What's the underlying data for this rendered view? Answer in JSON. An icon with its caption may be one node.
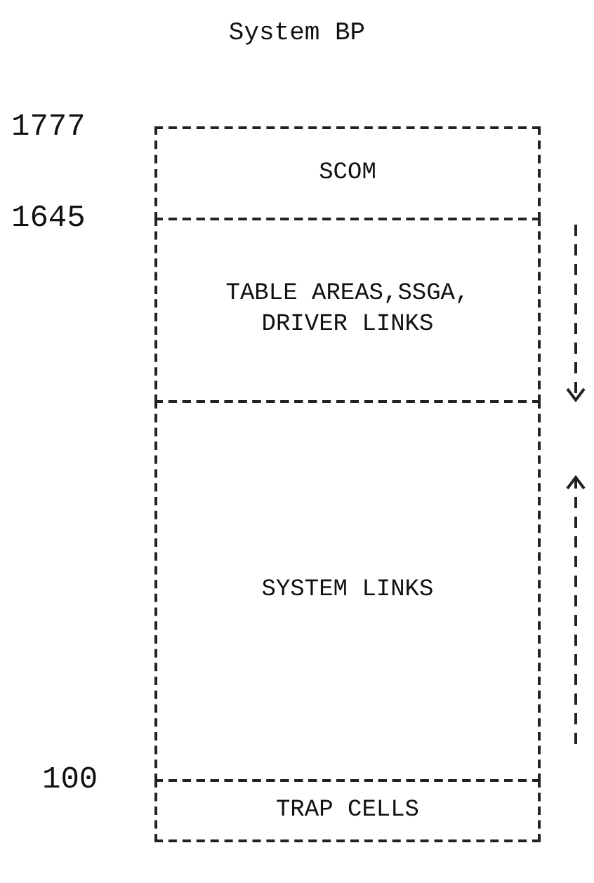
{
  "diagram": {
    "title": "System BP",
    "nodes": [
      {
        "text": [
          "SCOM"
        ]
      },
      {
        "text": [
          "TABLE AREAS,SSGA, DRIVER LINKS"
        ]
      },
      {
        "text": [
          "SYSTEM LINKS"
        ]
      },
      {
        "text": [
          "TRAP CELLS"
        ]
      }
    ],
    "labels": [
      "1777",
      "1645",
      "100"
    ]
  }
}
